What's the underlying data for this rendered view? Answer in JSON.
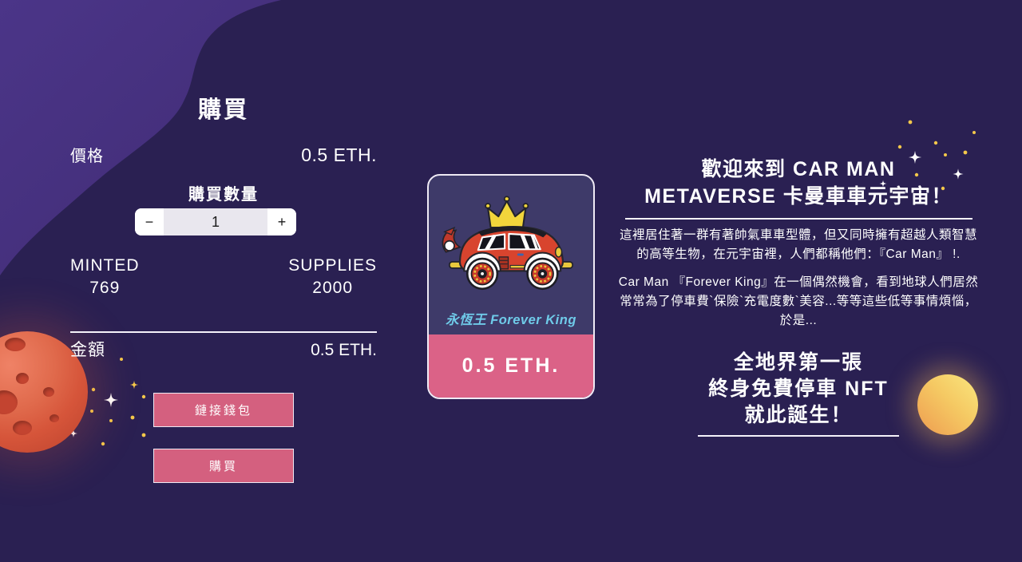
{
  "colors": {
    "background": "#2a2052",
    "blob_purple": "#45307e",
    "accent_pink": "#d4607f",
    "card_top": "#3e3a69",
    "card_bottom": "#db6287",
    "card_name_blue": "#6fcbe9",
    "star_yellow": "#f4c84a",
    "planet_red": "#d6553a",
    "moon_orange": "#f5c963"
  },
  "purchase_panel": {
    "title": "購買",
    "price_label": "價格",
    "price_value": "0.5 ETH.",
    "quantity_label": "購買數量",
    "quantity_value": "1",
    "minus_label": "−",
    "plus_label": "+",
    "minted_label": "MINTED",
    "minted_value": "769",
    "supplies_label": "SUPPLIES",
    "supplies_value": "2000",
    "total_label": "金額",
    "total_value": "0.5 ETH.",
    "connect_wallet_label": "鏈接錢包",
    "buy_label": "購買"
  },
  "nft_card": {
    "name": "永恆王 Forever King",
    "price": "0.5 ETH."
  },
  "info_panel": {
    "heading_line1": "歡迎來到 CAR MAN",
    "heading_line2": "METAVERSE 卡曼車車元宇宙！",
    "paragraph1": "這裡居住著一群有著帥氣車車型體，但又同時擁有超越人類智慧的高等生物，在元宇宙裡，人們都稱他們：『Car Man』 !.",
    "paragraph2": "Car Man 『Forever King』在一個偶然機會，看到地球人們居然常常為了停車費`保險`充電度數`美容...等等這些低等事情煩惱，於是...",
    "slogan_line1": "全地界第一張",
    "slogan_line2": "終身免費停車 NFT",
    "slogan_line3": "就此誕生！"
  }
}
